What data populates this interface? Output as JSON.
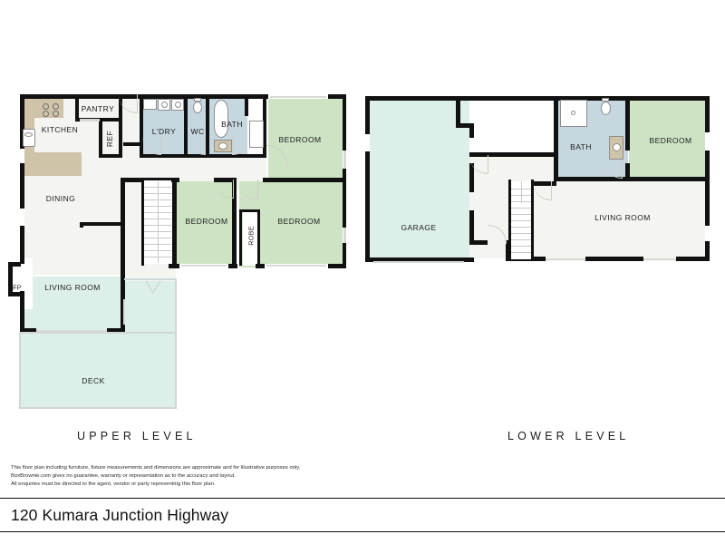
{
  "sheet": {
    "background": "#ffffff",
    "wall_color": "#111111"
  },
  "palette": {
    "room_neutral": "#f4f4f0",
    "bedroom_green": "#cde3c4",
    "garage_deck_teal": "#dcefe9",
    "bathroom_blue": "#c6d7e0",
    "bench_tan": "#cfc3a8"
  },
  "levels": [
    {
      "id": "upper",
      "caption": "UPPER LEVEL",
      "rooms": [
        {
          "key": "kitchen",
          "label": "KITCHEN"
        },
        {
          "key": "pantry",
          "label": "PANTRY"
        },
        {
          "key": "ref",
          "label": "REF"
        },
        {
          "key": "dining",
          "label": "DINING"
        },
        {
          "key": "laundry",
          "label": "L'DRY"
        },
        {
          "key": "wc",
          "label": "WC"
        },
        {
          "key": "bath",
          "label": "BATH"
        },
        {
          "key": "bedroom_ne",
          "label": "BEDROOM"
        },
        {
          "key": "bedroom_mid",
          "label": "BEDROOM"
        },
        {
          "key": "bedroom_se",
          "label": "BEDROOM"
        },
        {
          "key": "robe",
          "label": "ROBE"
        },
        {
          "key": "living_room",
          "label": "LIVING ROOM"
        },
        {
          "key": "fireplace",
          "label": "FP"
        },
        {
          "key": "deck",
          "label": "DECK"
        }
      ]
    },
    {
      "id": "lower",
      "caption": "LOWER LEVEL",
      "rooms": [
        {
          "key": "garage",
          "label": "GARAGE"
        },
        {
          "key": "bath",
          "label": "BATH"
        },
        {
          "key": "bedroom",
          "label": "BEDROOM"
        },
        {
          "key": "living_room",
          "label": "LIVING ROOM"
        }
      ]
    }
  ],
  "disclaimer": {
    "line1": "This floor plan including furniture, fixture measurements and dimensions are approximate and for illustrative purposes only.",
    "line2": "BoxBrownie.com gives no guarantee, warranty or representation as to the accuracy and layout.",
    "line3": "All enquiries must be directed to the agent, vendor or party representing this floor plan."
  },
  "address": "120 Kumara Junction Highway"
}
